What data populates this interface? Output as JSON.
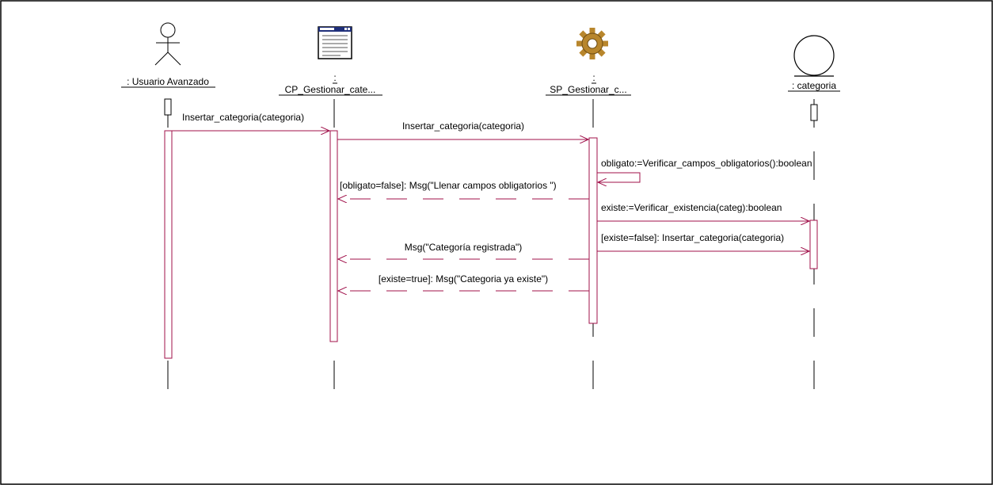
{
  "colors": {
    "frame": "#000000",
    "message": "#a0104a",
    "lifeline": "#000000",
    "activation_fill": "#ffffff",
    "gear": "#b8862c"
  },
  "participants": [
    {
      "id": "user",
      "name": ": Usuario Avanzado",
      "icon": "actor-icon"
    },
    {
      "id": "cp",
      "name_line1": ":",
      "name_line2": "CP_Gestionar_cate...",
      "icon": "boundary-form-icon"
    },
    {
      "id": "sp",
      "name_line1": ":",
      "name_line2": "SP_Gestionar_c...",
      "icon": "gear-control-icon"
    },
    {
      "id": "cat",
      "name": ": categoria",
      "icon": "entity-circle-icon"
    }
  ],
  "messages": [
    {
      "text": "Insertar_categoria(categoria)",
      "from": "user",
      "to": "cp",
      "kind": "sync"
    },
    {
      "text": "Insertar_categoria(categoria)",
      "from": "cp",
      "to": "sp",
      "kind": "sync"
    },
    {
      "text": "obligato:=Verificar_campos_obligatorios():boolean",
      "from": "sp",
      "to": "sp",
      "kind": "self"
    },
    {
      "text": "[obligato=false]: Msg(\"Llenar campos obligatorios \")",
      "from": "sp",
      "to": "cp",
      "kind": "return"
    },
    {
      "text": "existe:=Verificar_existencia(categ):boolean",
      "from": "sp",
      "to": "cat",
      "kind": "sync"
    },
    {
      "text": "[existe=false]: Insertar_categoria(categoria)",
      "from": "sp",
      "to": "cat",
      "kind": "sync"
    },
    {
      "text": "Msg(\"Categoría registrada\")",
      "from": "sp",
      "to": "cp",
      "kind": "return"
    },
    {
      "text": "[existe=true]: Msg(\"Categoria ya existe\")",
      "from": "sp",
      "to": "cp",
      "kind": "return"
    }
  ]
}
